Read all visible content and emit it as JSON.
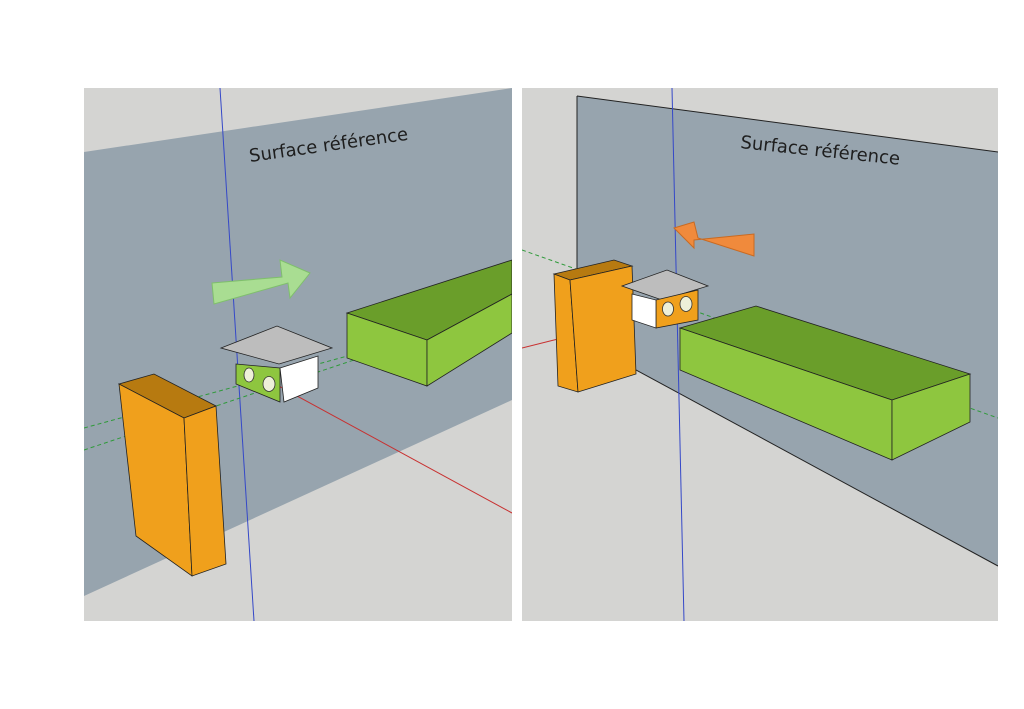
{
  "left_panel": {
    "label": "Surface référence",
    "arrow_color": "#a9dd92",
    "arrow_direction": "right"
  },
  "right_panel": {
    "label": "Surface référence",
    "arrow_color": "#f08a3c",
    "arrow_direction": "left"
  },
  "colors": {
    "floor": "#d4d4d2",
    "wall": "#97a4ae",
    "orange_block": "#f0a01c",
    "green_block": "#8ec63f",
    "box_top": "#bdbdbd",
    "axis_blue": "#3548c8",
    "axis_red": "#c83030",
    "axis_green": "#2f9a3a"
  }
}
